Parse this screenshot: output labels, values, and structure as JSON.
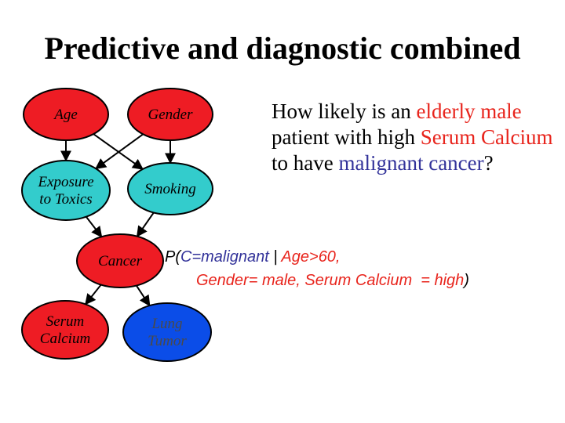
{
  "title": "Predictive and diagnostic combined",
  "colors": {
    "red_node": "#ee1c24",
    "teal_node": "#33cccc",
    "blue_node": "#0b4de8",
    "red_text": "#e8241c",
    "blue_text": "#33339a",
    "edge": "#000000"
  },
  "nodes": {
    "age": {
      "lines": [
        "Age"
      ]
    },
    "gender": {
      "lines": [
        "Gender"
      ]
    },
    "exposure": {
      "lines": [
        "Exposure",
        "to Toxics"
      ]
    },
    "smoking": {
      "lines": [
        "Smoking"
      ]
    },
    "cancer": {
      "lines": [
        "Cancer"
      ]
    },
    "serum": {
      "lines": [
        "Serum",
        "Calcium"
      ]
    },
    "lung": {
      "lines": [
        "Lung",
        "Tumor"
      ]
    }
  },
  "question": [
    {
      "text": "How likely is an ",
      "color": "black"
    },
    {
      "text": "elderly male",
      "color": "red"
    },
    {
      "text": " patient with high ",
      "color": "black"
    },
    {
      "text": "Serum Calcium",
      "color": "red"
    },
    {
      "text": " to have ",
      "color": "black"
    },
    {
      "text": "malignant cancer",
      "color": "blue"
    },
    {
      "text": "?",
      "color": "black"
    }
  ],
  "formula": {
    "line1": [
      {
        "text": "P(",
        "color": "black"
      },
      {
        "text": "C=malignant",
        "color": "blue"
      },
      {
        "text": " | ",
        "color": "black"
      },
      {
        "text": "Age>60,",
        "color": "red"
      }
    ],
    "line2": [
      {
        "text": "Gender= male, Serum Calcium  = high",
        "color": "red"
      },
      {
        "text": ")",
        "color": "black"
      }
    ]
  }
}
